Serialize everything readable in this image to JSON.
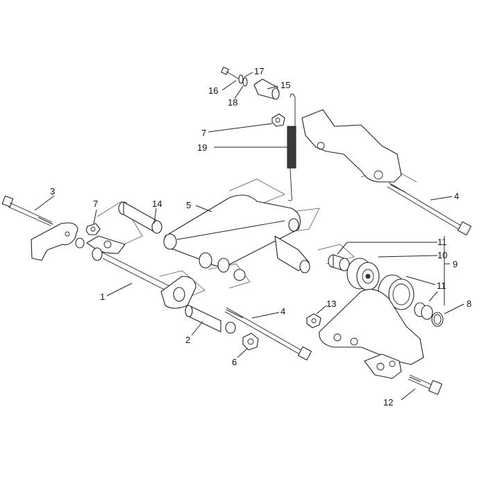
{
  "callouts": {
    "c1": "1",
    "c2": "2",
    "c3": "3",
    "c4a": "4",
    "c4b": "4",
    "c5": "5",
    "c6": "6",
    "c7a": "7",
    "c7b": "7",
    "c8": "8",
    "c9": "9",
    "c10": "10",
    "c11a": "11",
    "c11b": "11",
    "c12": "12",
    "c13": "13",
    "c14": "14",
    "c15": "15",
    "c16": "16",
    "c17": "17",
    "c18": "18",
    "c19": "19"
  }
}
